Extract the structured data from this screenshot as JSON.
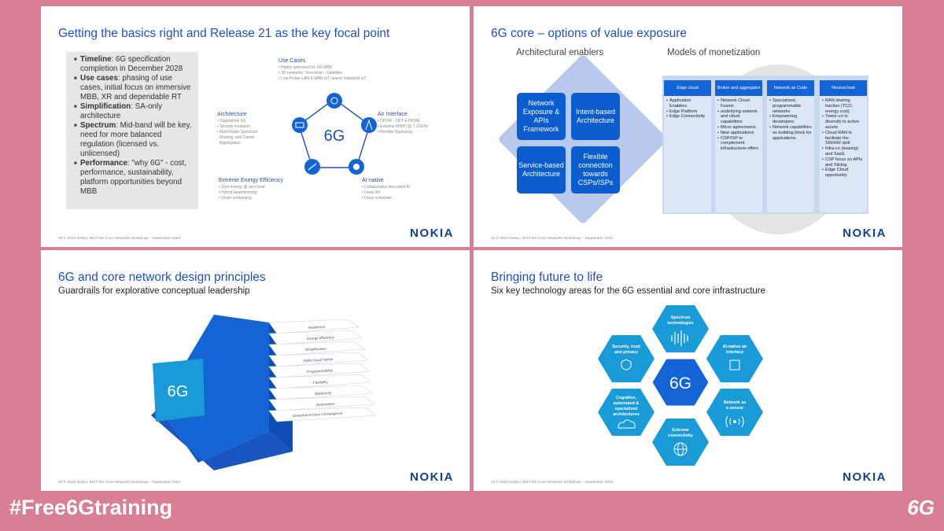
{
  "slides": [
    {
      "title": "Getting the basics right and Release 21 as the key focal point",
      "footer": "19    © 2023 Nokia    |    NIST 6G Core Networks Workshop – September 2023",
      "logo": "NOKIA",
      "bullets": [
        {
          "label": "Timeline",
          "text": ": 6G specification completion in December 2028"
        },
        {
          "label": "Use cases",
          "text": ": phasing of use cases, initial focus on immersive MBB, XR and dependable RT"
        },
        {
          "label": "Simplification",
          "text": ": SA-only architecture"
        },
        {
          "label": "Spectrum",
          "text": ": Mid-band will be key, need for more balanced regulation (licensed vs. unlicensed)"
        },
        {
          "label": "Performance",
          "text": ": \"why 6G\" - cost, performance, sustainability, platform opportunities beyond MBB"
        }
      ],
      "center_label": "6G",
      "blocks": [
        {
          "head": "Use Cases",
          "items": [
            "Highly optimized for XR-MBB",
            "3D networks: Terrestrial – Satellites",
            "Low Power LAN & WAN IoT, leaner Industrial IoT"
          ]
        },
        {
          "head": "Architecture",
          "items": [
            "Standalone 6G",
            "Smooth evolution",
            "Multi-Radio Spectrum",
            "Sharing, and Carrier",
            "Aggregation"
          ]
        },
        {
          "head": "Air Interface",
          "items": [
            "OFDM – DFT-s-OFDM",
            "Extreme MIMO @ 7-15GHz",
            "Flexible Duplexing"
          ]
        },
        {
          "head": "Extreme Energy Efficiency",
          "items": [
            "Zero energy @ zero load",
            "Hybrid beamforming",
            "Smart scheduling"
          ]
        },
        {
          "head": "AI-native",
          "items": [
            "Collaborative two-sided AI",
            "Deep RX",
            "Deep scheduler"
          ]
        }
      ]
    },
    {
      "title": "6G core – options of value exposure",
      "footer": "21    © 2023 Nokia    |    NIST 6G Core Networks Workshop – September 2023",
      "logo": "NOKIA",
      "left_label": "Architectural enablers",
      "right_label": "Models of monetization",
      "enablers": [
        "Network Exposure & APIs Framework",
        "Intent-based Architecture",
        "Service-based Architecture",
        "Flexible connection towards CSPs/ISPs"
      ],
      "columns": [
        {
          "head": "Edge cloud",
          "items": [
            "Application Enablers",
            "Edge Platform",
            "Edge Connectivity"
          ]
        },
        {
          "head": "Broker and aggregator",
          "items": [
            "Network Cloud Fusion",
            "underlying network and cloud capabilities",
            "Micro agreements",
            "New applications",
            "CSP/ISP to complement infrastructure offers"
          ]
        },
        {
          "head": "Network as Code",
          "items": [
            "Specialized, programmable networks",
            "Empowering developers",
            "Network capabilities as building block for applications"
          ]
        },
        {
          "head": "Neutral host",
          "items": [
            "RAN sharing traction (TCO, energy cost)",
            "Tower-co to diversify to active assets",
            "Cloud RAN to facilitate the SW/HW split",
            "Infra-co (leasing) and SaaS",
            "CSP focus on APIs and Slicing",
            "Edge Cloud opportunity"
          ]
        }
      ]
    },
    {
      "title": "6G and core network design principles",
      "subtitle": "Guardrails for explorative conceptual leadership",
      "footer": "23    © 2023 Nokia    |    NIST 6G Core Networks Workshop – September 2023",
      "logo": "NOKIA",
      "cube_label": "6G",
      "principles": [
        "Resilience",
        "Energy efficiency",
        "Simplification",
        "Multi-Cloud Native",
        "Programmability",
        "Flexibility",
        "Modularity",
        "Automation",
        "Universal Access Convergence"
      ]
    },
    {
      "title": "Bringing future to life",
      "subtitle": "Six key technology areas for the 6G essential and core infrastructure",
      "footer": "24    © 2023 Nokia    |    NIST 6G Core Networks Workshop – September 2023",
      "logo": "NOKIA",
      "center_label": "6G",
      "hex_labels": {
        "spectrum": [
          "Spectrum",
          "technologies"
        ],
        "security": [
          "Security, trust",
          "and privacy"
        ],
        "ai_air": [
          "AI-native air",
          "interface"
        ],
        "cognitive": [
          "Cognitive,",
          "automated &",
          "specialized",
          "architectures"
        ],
        "sensor": [
          "Network as",
          "a sensor"
        ],
        "connectivity": [
          "Extreme",
          "connectivity"
        ]
      }
    }
  ],
  "hashtag": "#Free6Gtraining",
  "brand": "6G",
  "colors": {
    "background": "#d97f93",
    "accent": "#1f4fc7",
    "nokia": "#124191",
    "hex": "#1a9bd7"
  }
}
